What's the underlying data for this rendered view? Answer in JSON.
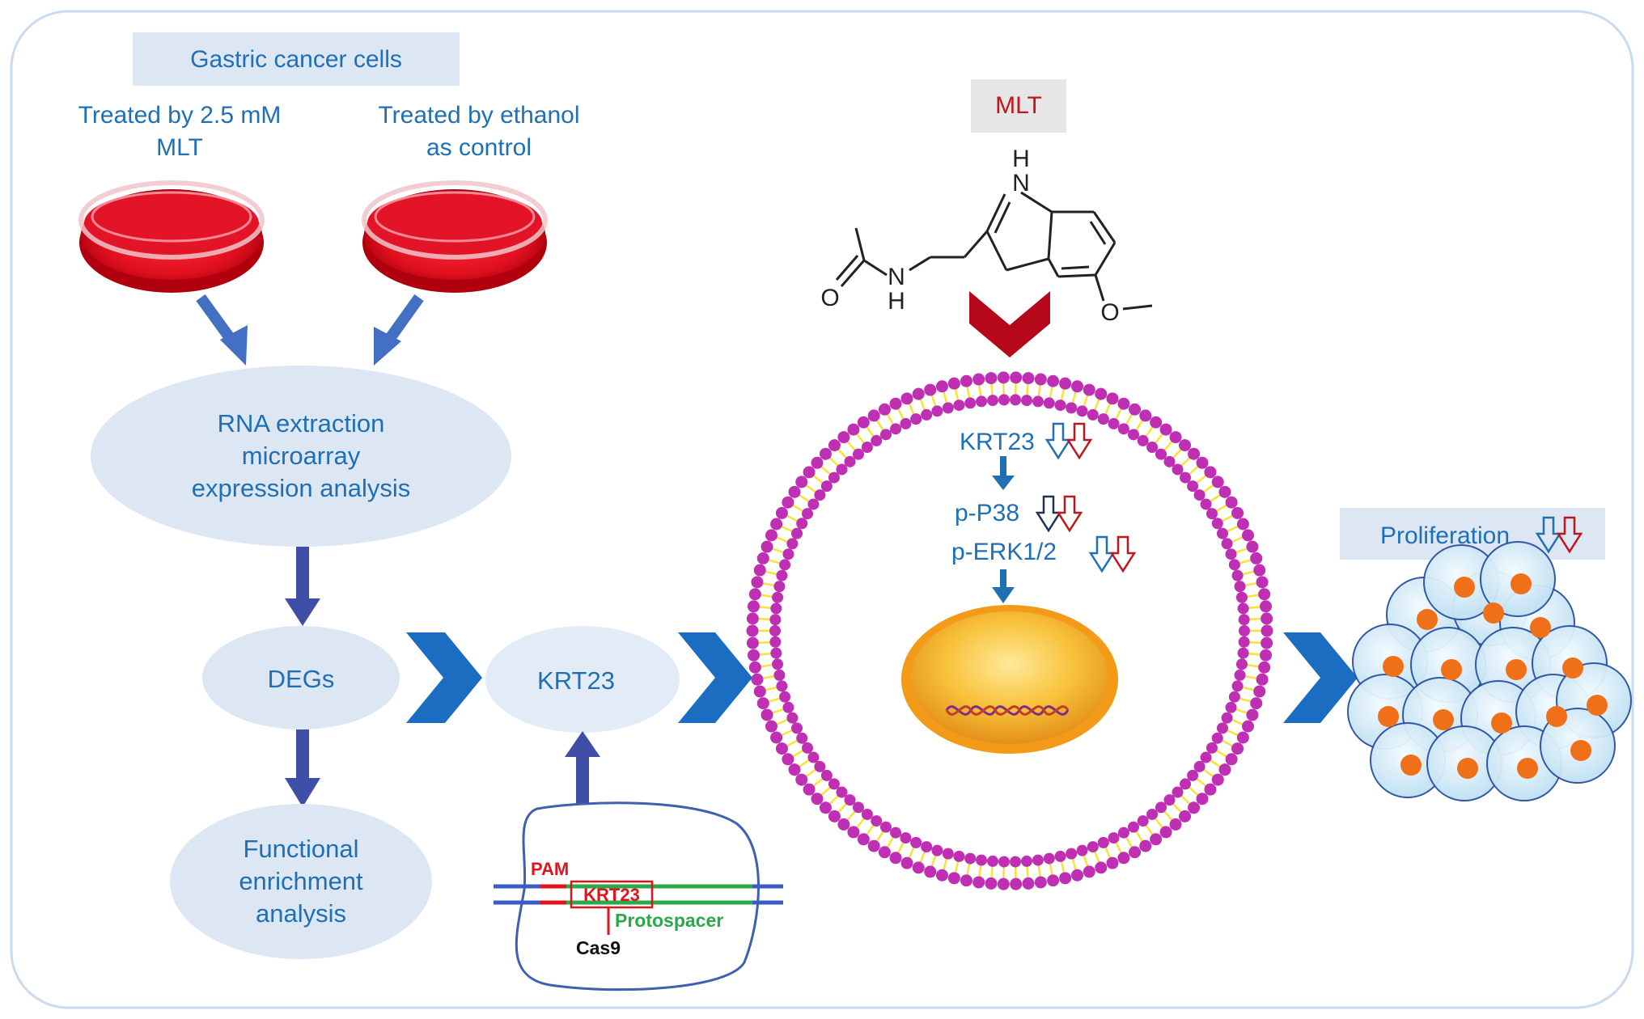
{
  "header": {
    "gastric": "Gastric cancer cells",
    "treated_mlt_line1": "Treated by 2.5 mM",
    "treated_mlt_line2": "MLT",
    "treated_eth_line1": "Treated by ethanol",
    "treated_eth_line2": "as control"
  },
  "flow": {
    "rna_line1": "RNA extraction",
    "rna_line2": "microarray",
    "rna_line3": "expression analysis",
    "degs": "DEGs",
    "krt23": "KRT23",
    "func_line1": "Functional",
    "func_line2": "enrichment",
    "func_line3": "analysis"
  },
  "crispr": {
    "pam": "PAM",
    "gene": "KRT23",
    "protospacer": "Protospacer",
    "cas9": "Cas9"
  },
  "molecule": {
    "label": "MLT",
    "atom_h_top": "H",
    "atom_n_ring": "N",
    "atom_n_amide": "N",
    "atom_h_amide": "H",
    "atom_o_carbonyl": "O",
    "atom_o_methoxy": "O"
  },
  "cell": {
    "krt23": "KRT23",
    "pp38": "p-P38",
    "perk": "p-ERK1/2"
  },
  "outcome": {
    "proliferation": "Proliferation"
  },
  "colors": {
    "text_blue": "#1f6fb5",
    "ellipse_fill": "#dde7f4",
    "chevron_blue": "#1a6dc0",
    "arrow_blue": "#4470c4",
    "red": "#c0161b",
    "membrane_head": "#bf2fb3",
    "membrane_tail": "#f3e43a",
    "nucleus": "#f4a320"
  }
}
